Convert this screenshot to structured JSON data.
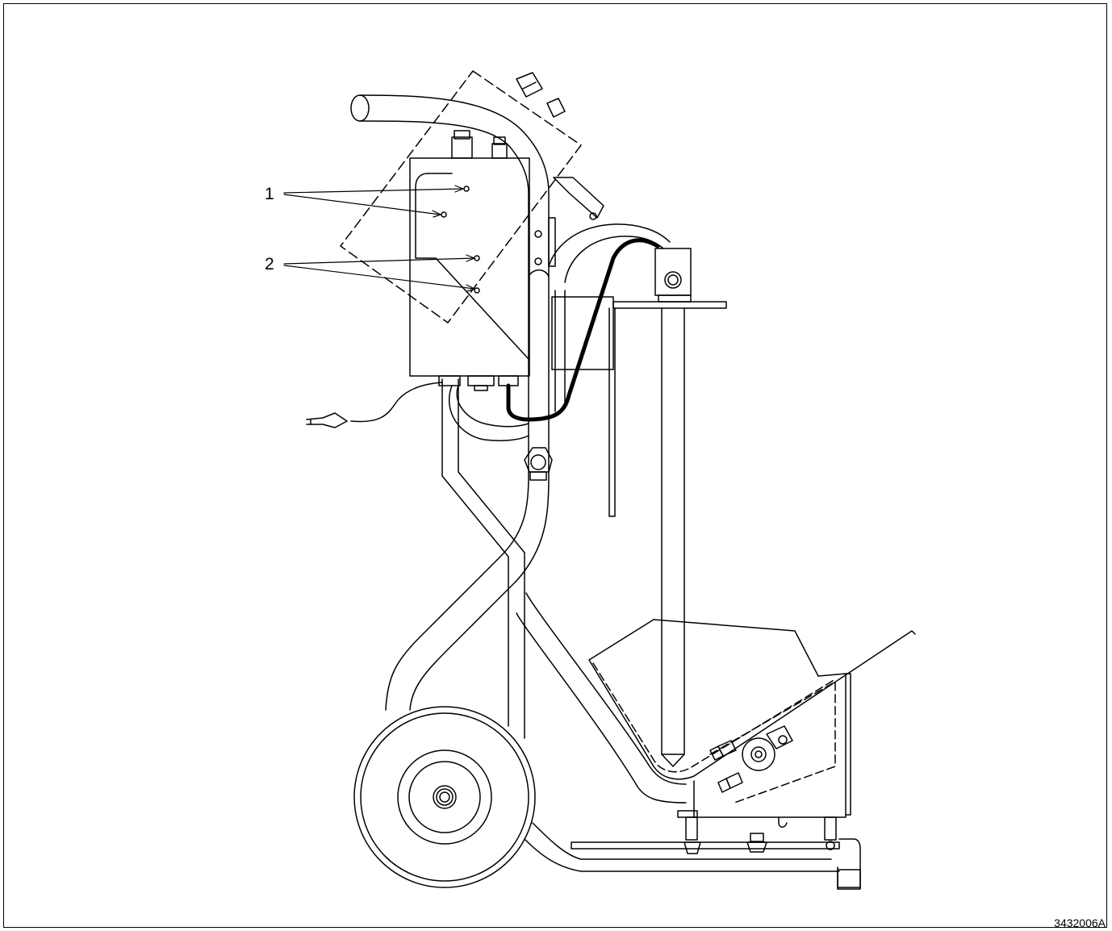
{
  "callouts": [
    {
      "label": "1"
    },
    {
      "label": "2"
    }
  ],
  "figure_id": "3432006A",
  "colors": {
    "line": "#000000",
    "background": "#ffffff"
  }
}
